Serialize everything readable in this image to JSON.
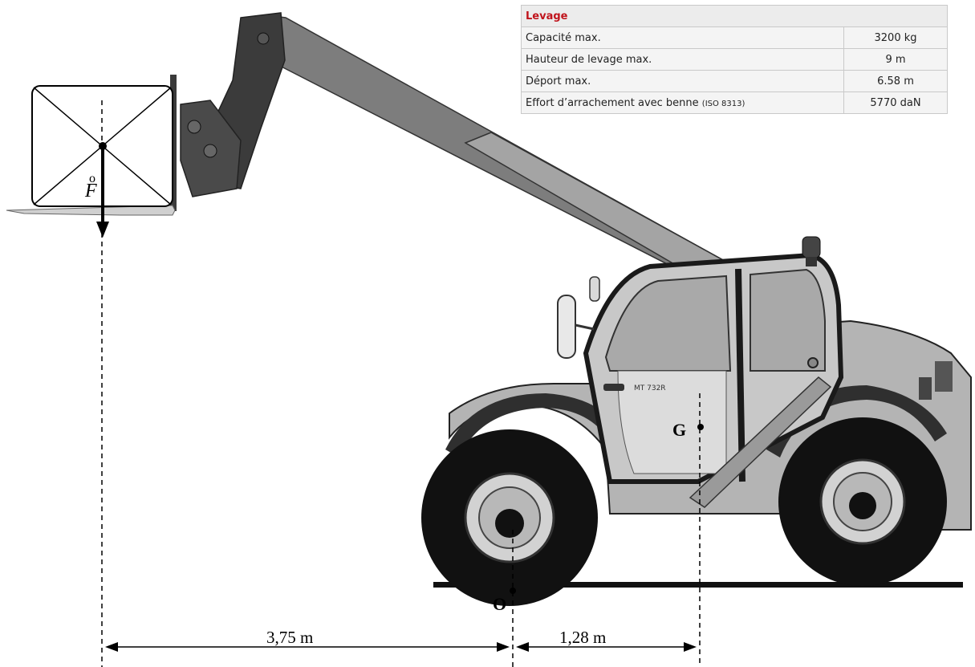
{
  "specs": {
    "title": "Levage",
    "rows": [
      {
        "label": "Capacité max.",
        "note": "",
        "value": "3200 kg"
      },
      {
        "label": "Hauteur de levage max.",
        "note": "",
        "value": "9 m"
      },
      {
        "label": "Déport max.",
        "note": "",
        "value": "6.58 m"
      },
      {
        "label": "Effort d’arrachement avec benne",
        "note": "(ISO 8313)",
        "value": "5770 daN"
      }
    ]
  },
  "diagram": {
    "force_label": "F",
    "force_accent": "o",
    "origin_label": "O",
    "gravity_label": "G",
    "dim_left": "3,75 m",
    "dim_right": "1,28 m",
    "cab_badge": "MT 732R"
  },
  "colors": {
    "spec_title": "#c0141c",
    "boom": "#8a8a8a",
    "body": "#b0b0b0",
    "tyre": "#111111"
  }
}
